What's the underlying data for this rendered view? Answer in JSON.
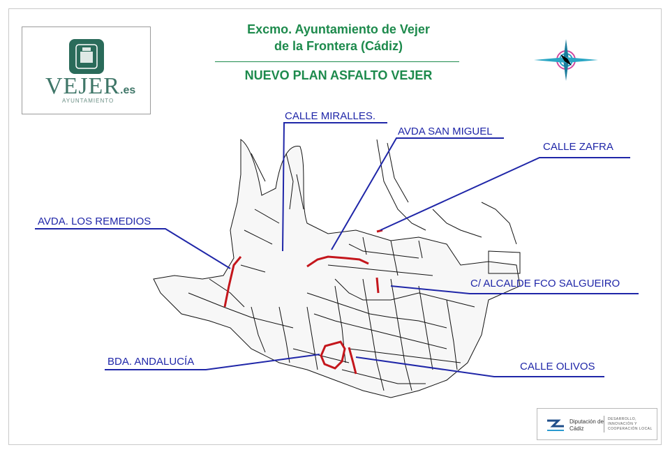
{
  "header": {
    "line1": "Excmo. Ayuntamiento de Vejer",
    "line2": "de la Frontera (Cádiz)",
    "plan_title": "NUEVO PLAN ASFALTO VEJER"
  },
  "logo": {
    "word": "VEJER",
    "suffix": ".es",
    "sub": "AYUNTAMIENTO"
  },
  "labels": {
    "miralles": "CALLE MIRALLES.",
    "san_miguel": "AVDA SAN MIGUEL",
    "zafra": "CALLE ZAFRA",
    "remedios": "AVDA. LOS REMEDIOS",
    "salgueiro": "C/ ALCALDE FCO SALGUEIRO",
    "andalucia": "BDA. ANDALUCÍA",
    "olivos": "CALLE OLIVOS"
  },
  "badge": {
    "name": "Diputación de Cádiz",
    "text": "DESARROLLO, INNOVACIÓN Y COOPERACIÓN LOCAL"
  },
  "colors": {
    "title_green": "#1d8a4c",
    "label_blue": "#1f26a8",
    "route_red": "#c4161c"
  }
}
